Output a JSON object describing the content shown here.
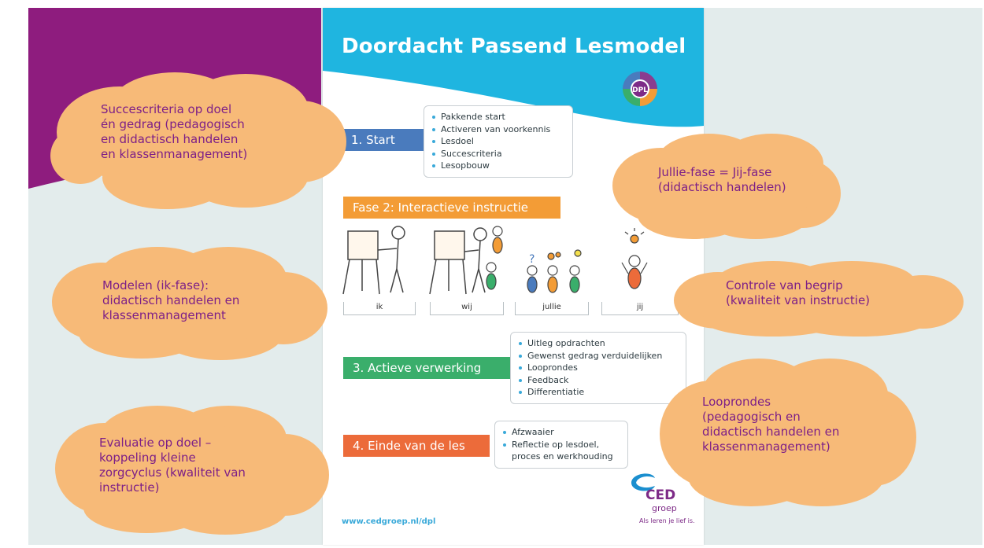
{
  "poster": {
    "title": "Doordacht Passend Lesmodel",
    "logo_text": "DPL",
    "phases": {
      "start": {
        "label": "1. Start",
        "items": [
          "Pakkende start",
          "Activeren van voorkennis",
          "Lesdoel",
          "Succescriteria",
          "Lesopbouw"
        ]
      },
      "instructie": {
        "label": "Fase 2: Interactieve instructie",
        "columns": [
          "ik",
          "wij",
          "jullie",
          "jij"
        ]
      },
      "verwerking": {
        "label": "3. Actieve verwerking",
        "items": [
          "Uitleg opdrachten",
          "Gewenst gedrag verduidelijken",
          "Looprondes",
          "Feedback",
          "Differentiatie"
        ]
      },
      "einde": {
        "label": "4. Einde van de les",
        "items": [
          "Afzwaaier",
          "Reflectie op lesdoel,\nproces en werkhouding"
        ]
      }
    },
    "url": "www.cedgroep.nl/dpl",
    "brand": {
      "name": "CED",
      "sub": "groep",
      "tagline": "Als leren je lief is."
    }
  },
  "clouds": [
    {
      "id": "succescriteria",
      "text": "Succescriteria op doel\nén gedrag (pedagogisch\nen didactisch handelen\nen klassenmanagement)"
    },
    {
      "id": "jullie-fase",
      "text": "Jullie-fase = Jij-fase\n(didactisch handelen)"
    },
    {
      "id": "modelen",
      "text": "Modelen (ik-fase):\ndidactisch handelen en\nklassenmanagement"
    },
    {
      "id": "controle",
      "text": "Controle van begrip\n(kwaliteit van instructie)"
    },
    {
      "id": "looprondes",
      "text": "Looprondes\n(pedagogisch en\ndidactisch handelen en\nklassenmanagement)"
    },
    {
      "id": "evaluatie",
      "text": "Evaluatie op doel –\nkoppeling kleine\nzorgcyclus (kwaliteit van\ninstructie)"
    }
  ],
  "colors": {
    "purple": "#8e1c7e",
    "cyan": "#1fb5e0",
    "start_blue": "#4a7bbd",
    "orange": "#f39c36",
    "green": "#3aae6b",
    "orange_red": "#ec6b3a",
    "cloud_fill": "#f7ba78",
    "cloud_text": "#7d1f87",
    "ced_blue": "#1b8fcf",
    "ced_purple": "#7d2a87"
  }
}
